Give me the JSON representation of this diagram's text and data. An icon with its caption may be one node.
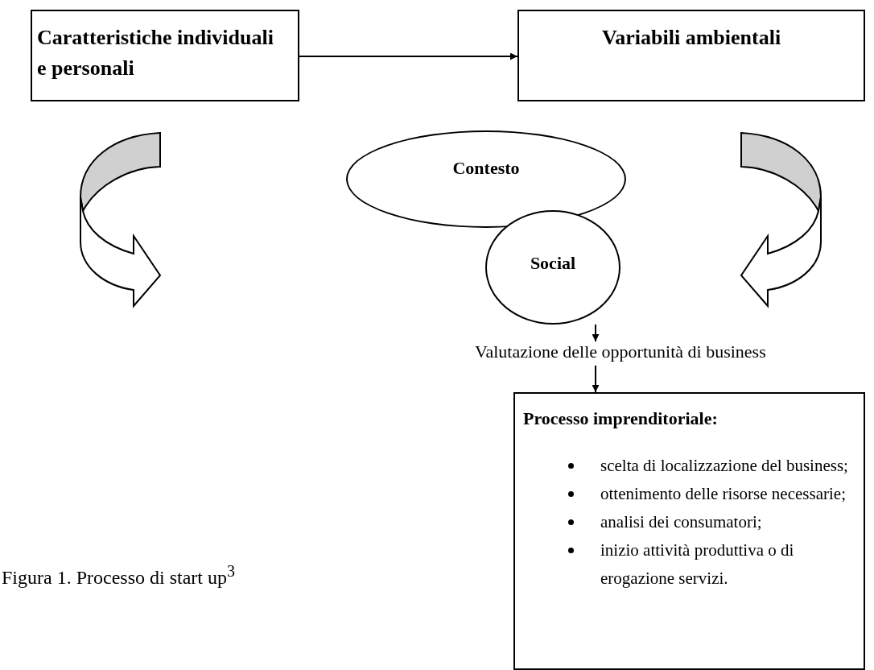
{
  "diagram": {
    "caption": "Figura 1. Processo di start up$^{3}$",
    "nodes": [
      {
        "text": [
          "Caratteristiche individuali e personali"
        ]
      },
      {
        "text": [
          "Variabili ambientali"
        ]
      },
      {
        "text": [
          "Contesto"
        ]
      },
      {
        "text": [
          "Social"
        ]
      },
      {
        "text": [
          "Valutazione delle opportunità di business"
        ]
      },
      {
        "text": [
          "Processo imprenditoriale:",
          "scelta di localizzazione del business;",
          "ottenimento delle risorse necessarie;",
          "analisi dei consumatori;",
          "inizio attività produttiva o di erogazione servizi."
        ]
      }
    ],
    "edges": [
      {
        "from": 0,
        "to": 1,
        "arrow": "to"
      },
      {
        "from": 3,
        "to": 4,
        "arrow": "to"
      },
      {
        "from": 4,
        "to": 5,
        "arrow": "to"
      }
    ]
  }
}
